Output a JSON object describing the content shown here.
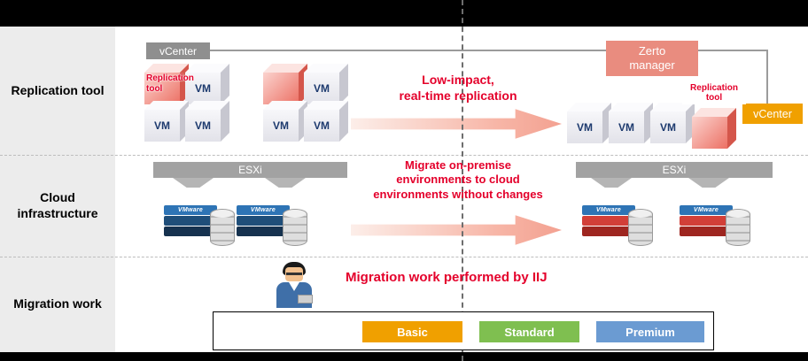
{
  "palette": {
    "accent_red": "#e4002b",
    "salmon": "#e98c7f",
    "orange": "#f0a000",
    "plan_orange": "#f0a000",
    "plan_green": "#7fbf50",
    "plan_blue": "#6b9bd2"
  },
  "sidebar": {
    "rows": [
      {
        "label": "Replication tool"
      },
      {
        "label": "Cloud infrastructure"
      },
      {
        "label": "Migration work"
      }
    ]
  },
  "replication": {
    "vcenter_left": "vCenter",
    "vcenter_right": "vCenter",
    "zerto_manager": {
      "line1": "Zerto",
      "line2": "manager"
    },
    "left_tool_label": {
      "line1": "Replication",
      "line2": "tool"
    },
    "right_tool_label": {
      "line1": "Replication",
      "line2": "tool"
    },
    "vm": "VM",
    "message": {
      "line1": "Low-impact,",
      "line2": "real-time replication"
    }
  },
  "infrastructure": {
    "esxi_left": "ESXi",
    "esxi_right": "ESXi",
    "vmware": "VMware",
    "message": {
      "line1": "Migrate on-premise",
      "line2": "environments to cloud",
      "line3": "environments without changes"
    }
  },
  "migration": {
    "message": "Migration work performed by IIJ",
    "plans": [
      {
        "label": "Basic",
        "color": "#f0a000"
      },
      {
        "label": "Standard",
        "color": "#7fbf50"
      },
      {
        "label": "Premium",
        "color": "#6b9bd2"
      }
    ]
  }
}
